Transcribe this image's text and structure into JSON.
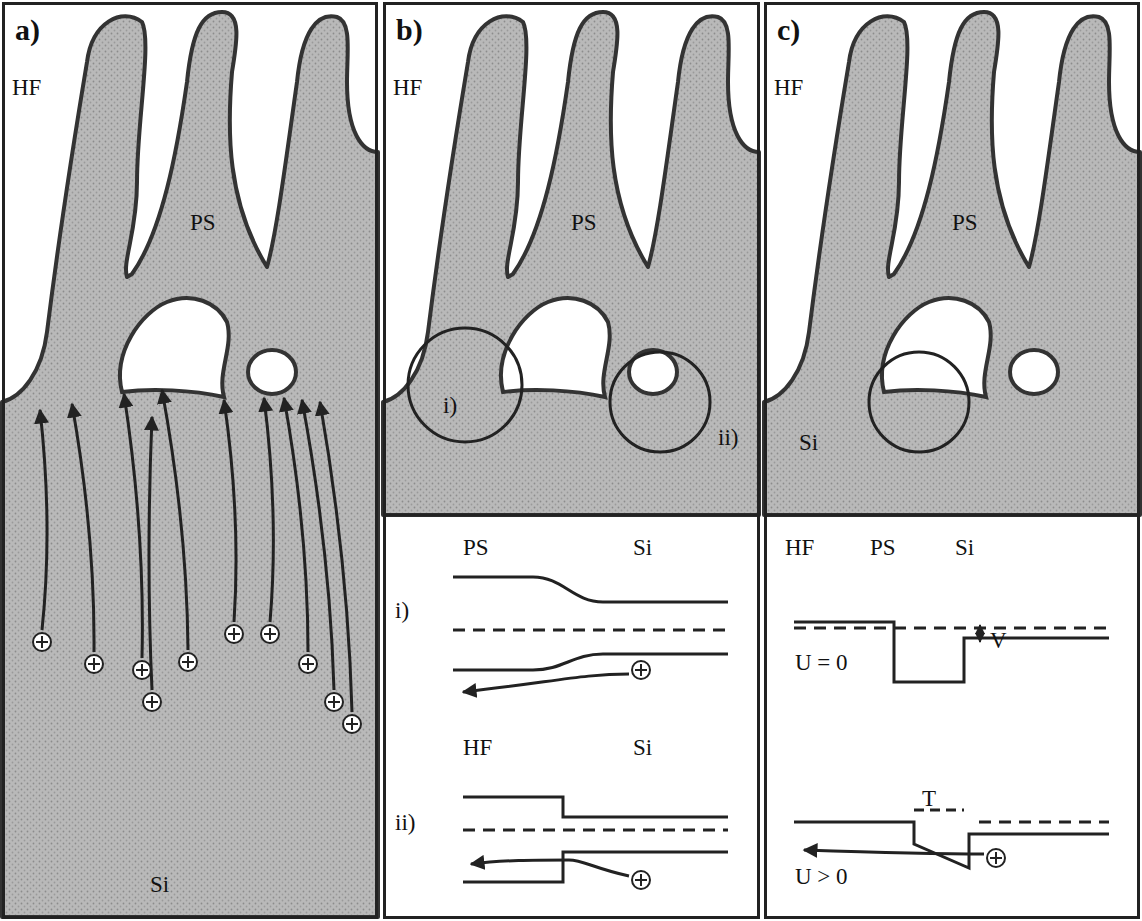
{
  "diagram": {
    "nodes": [
      {
        "text": [
          "a)"
        ]
      },
      {
        "text": [
          "b)"
        ]
      },
      {
        "text": [
          "c)"
        ]
      }
    ],
    "labels": [
      "HF",
      "PS",
      "Si",
      "HF",
      "PS",
      "i)",
      "ii)",
      "PS",
      "Si",
      "i)",
      "HF",
      "Si",
      "ii)",
      "HF",
      "PS",
      "Si",
      "HF",
      "PS",
      "Si",
      "U = 0",
      "V",
      "T",
      "U > 0"
    ]
  }
}
